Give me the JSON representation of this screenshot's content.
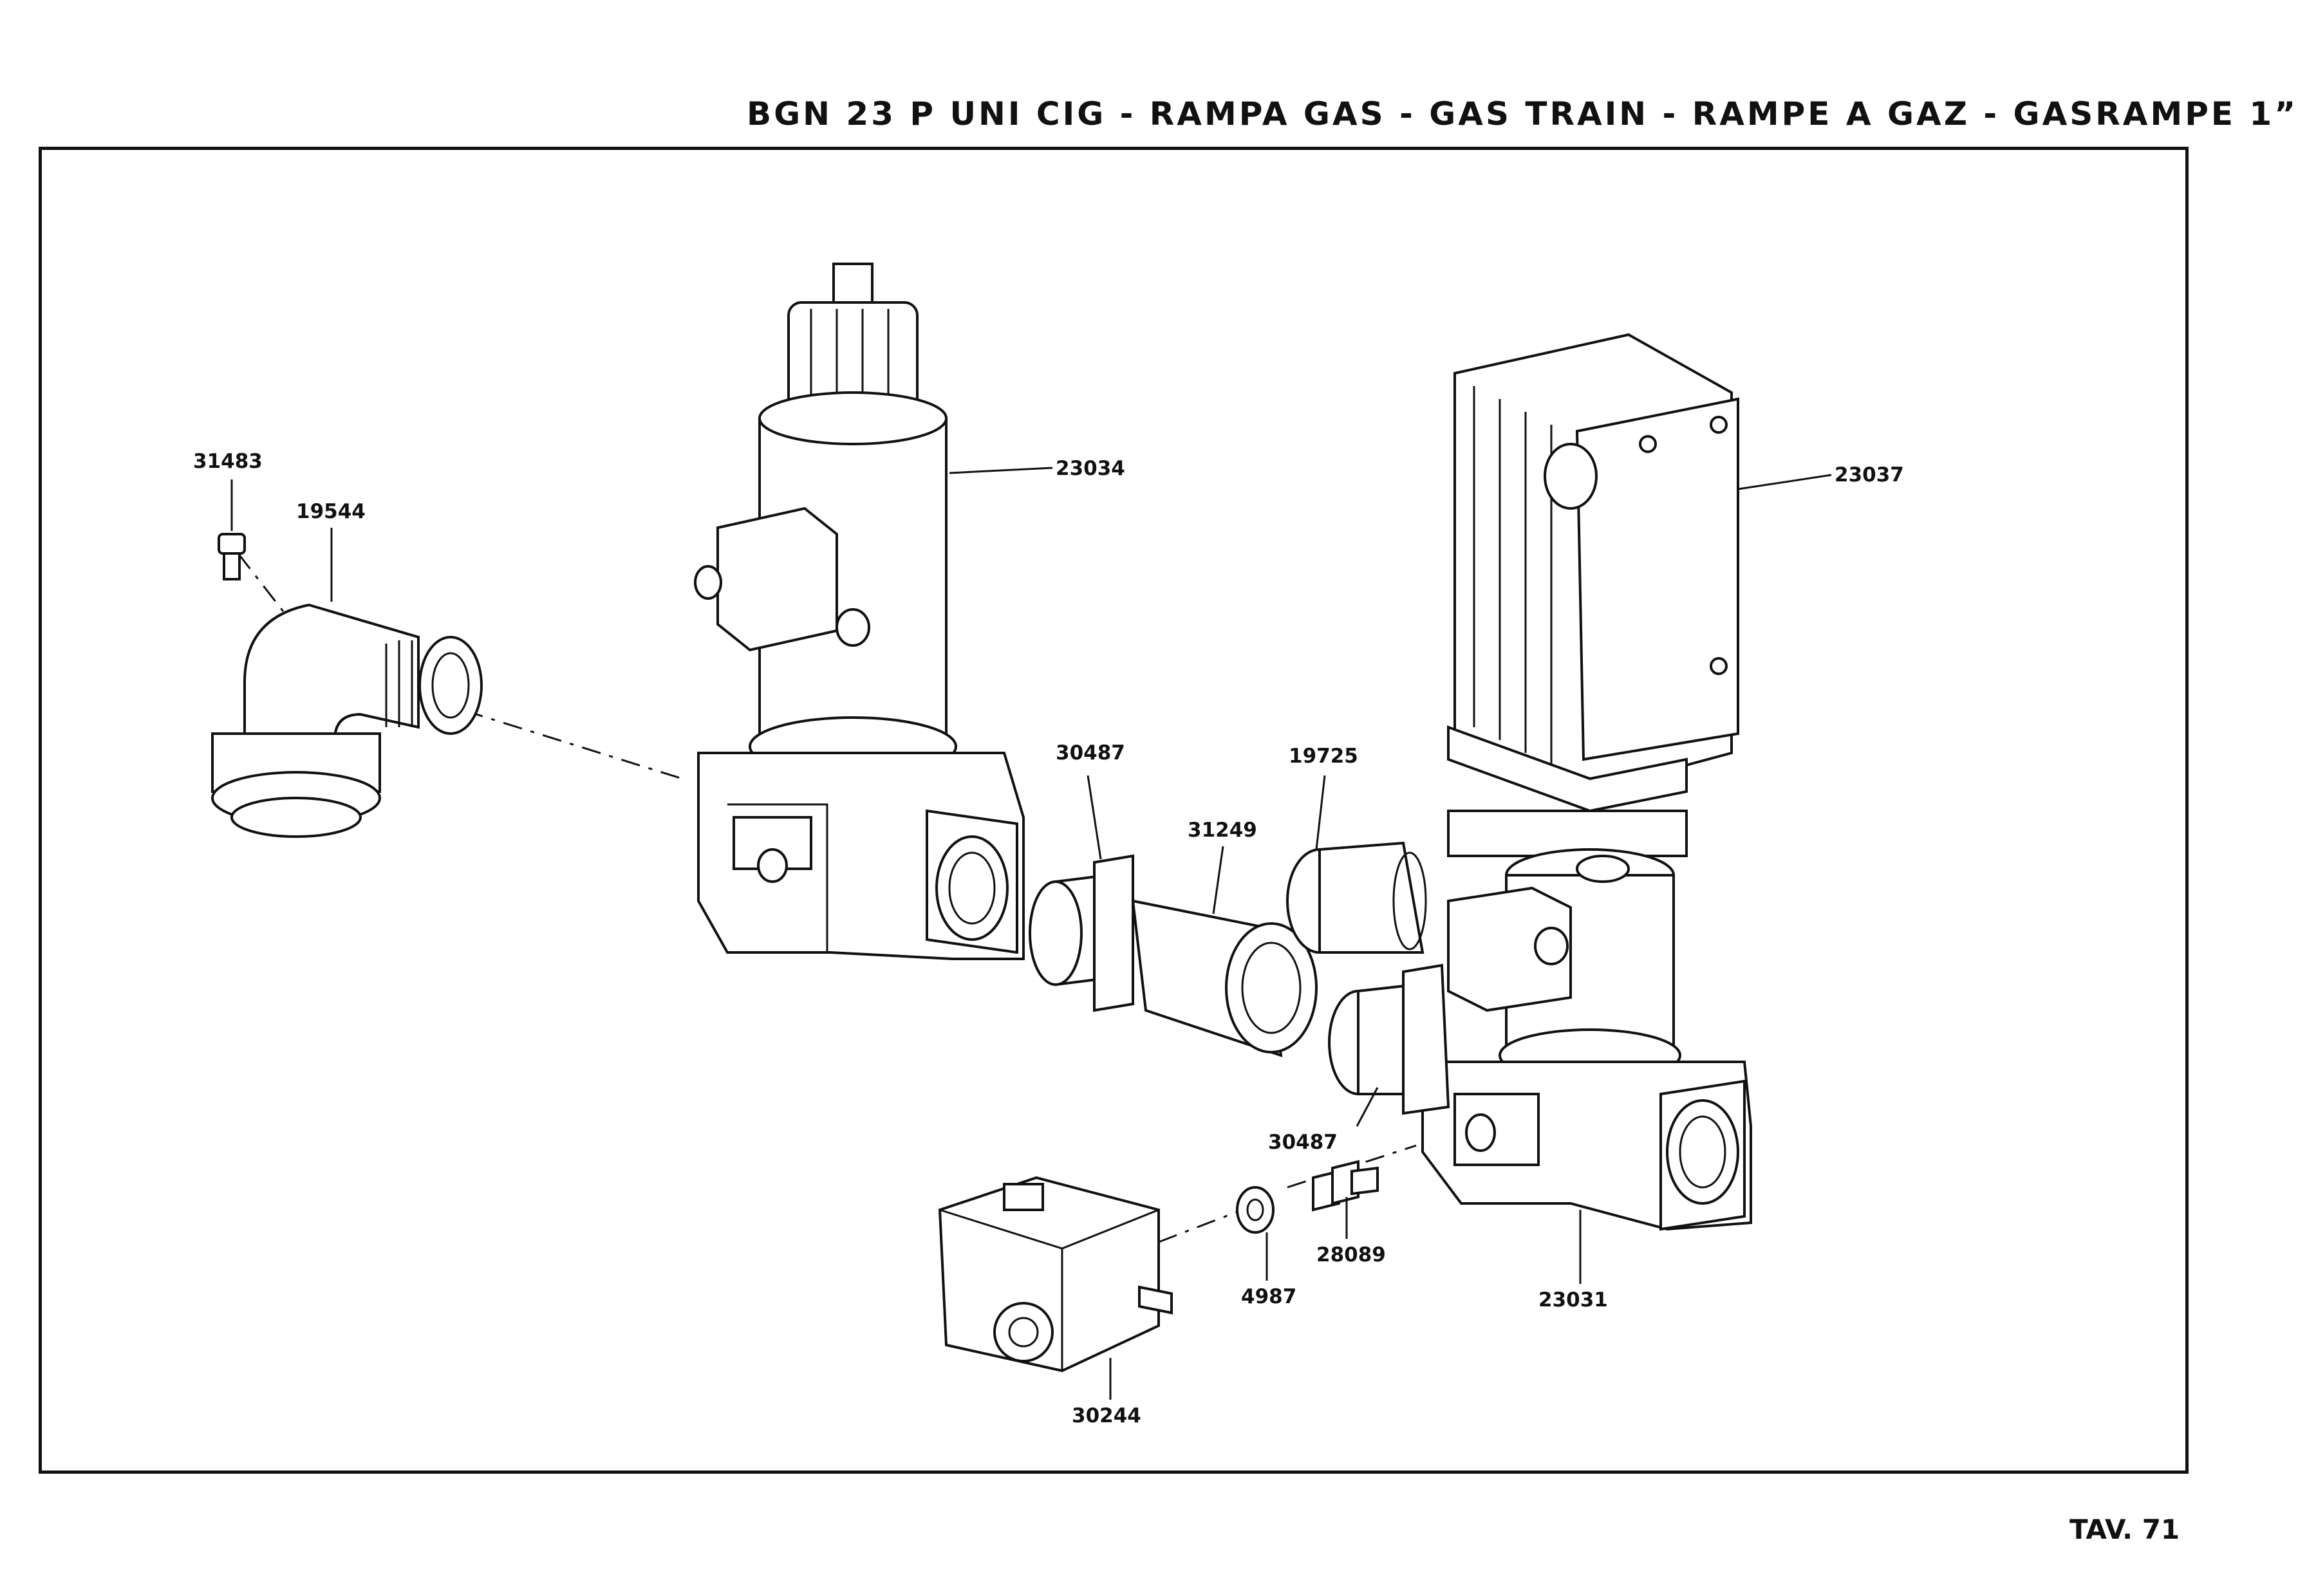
{
  "title": "BGN 23 P UNI CIG - RAMPA GAS - GAS TRAIN - RAMPE A GAZ - GASRAMPE 1”",
  "footer": "TAV. 71",
  "parts": {
    "p31483": "31483",
    "p19544": "19544",
    "p23034": "23034",
    "p23037": "23037",
    "p30487a": "30487",
    "p31249": "31249",
    "p19725": "19725",
    "p30487b": "30487",
    "p28089": "28089",
    "p4987": "4987",
    "p23031": "23031",
    "p30244": "30244"
  }
}
